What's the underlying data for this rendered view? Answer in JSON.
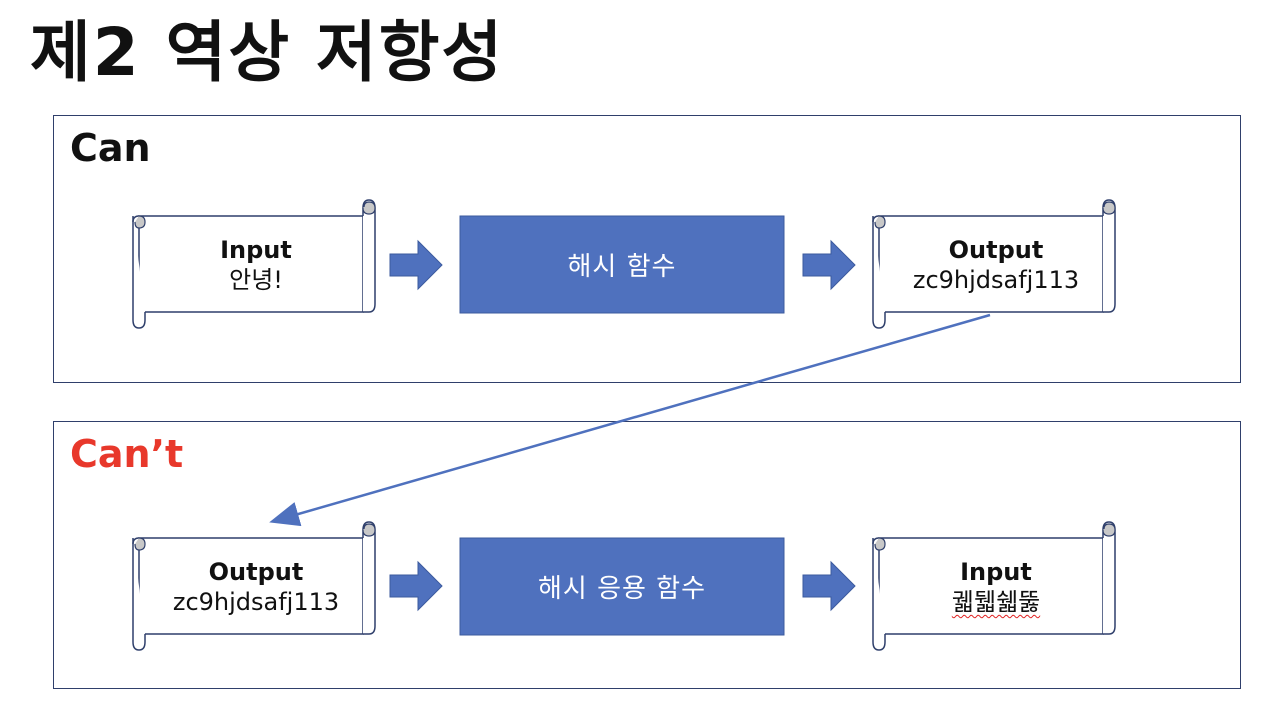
{
  "title": "제2 역상 저항성",
  "colors": {
    "accent_box": "#4f71be",
    "arrow": "#4f71be",
    "can_label": "#111111",
    "cant_label": "#e8382b",
    "frame_border": "#2f3f6b"
  },
  "can": {
    "label": "Can",
    "input_title": "Input",
    "input_value": "안녕!",
    "function_label": "해시 함수",
    "output_title": "Output",
    "output_value": "zc9hjdsafj113"
  },
  "cant": {
    "label": "Can’t",
    "output_title": "Output",
    "output_value": "zc9hjdsafj113",
    "function_label": "해시 응용 함수",
    "input_title": "Input",
    "input_value": "궯뒓쉛뚫"
  }
}
